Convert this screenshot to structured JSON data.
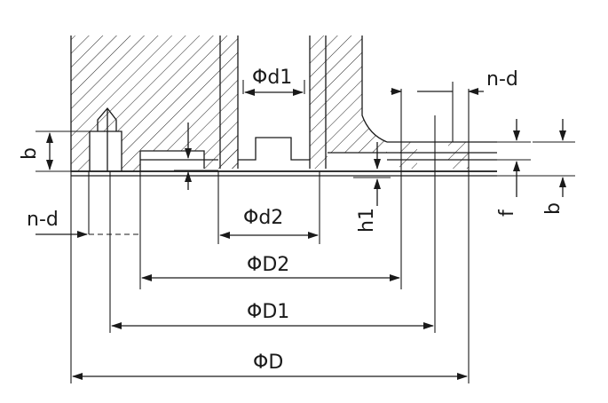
{
  "labels": {
    "d1": "Φd1",
    "d2": "Φd2",
    "D2": "ΦD2",
    "D1": "ΦD1",
    "D": "ΦD",
    "n_d_left": "n-d",
    "n_d_right": "n-d",
    "b_left": "b",
    "b_right": "b",
    "h1": "h1",
    "f": "f"
  }
}
